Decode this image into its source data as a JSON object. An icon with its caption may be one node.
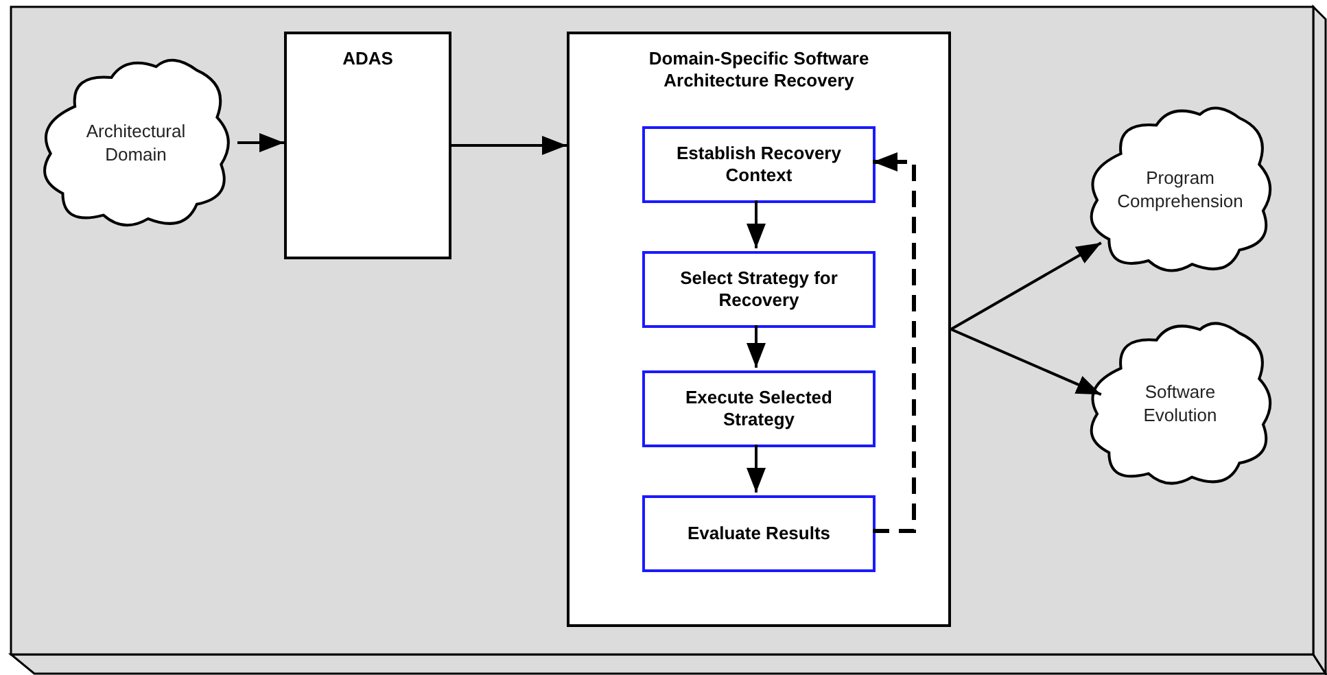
{
  "diagram": {
    "nodes": [
      {
        "text": [
          "Architectural Domain"
        ]
      },
      {
        "text": [
          "ADAS"
        ]
      },
      {
        "text": [
          "Domain-Specific Software Architecture Recovery"
        ]
      },
      {
        "text": [
          "Establish Recovery Context"
        ],
        "in": 2
      },
      {
        "text": [
          "Select Strategy for Recovery"
        ],
        "in": 2
      },
      {
        "text": [
          "Execute Selected Strategy"
        ],
        "in": 2
      },
      {
        "text": [
          "Evaluate Results"
        ],
        "in": 2
      },
      {
        "text": [
          "Program Comprehension"
        ]
      },
      {
        "text": [
          "Software Evolution"
        ]
      }
    ],
    "edges": [
      {
        "from": 0,
        "to": 1,
        "arrow": "to"
      },
      {
        "from": 1,
        "to": 2,
        "arrow": "to"
      },
      {
        "from": 3,
        "to": 4,
        "arrow": "to"
      },
      {
        "from": 4,
        "to": 5,
        "arrow": "to"
      },
      {
        "from": 5,
        "to": 6,
        "arrow": "to"
      },
      {
        "from": 6,
        "to": 3,
        "arrow": "to",
        "style": "dashed"
      },
      {
        "from": 2,
        "to": 7,
        "arrow": "to"
      },
      {
        "from": 2,
        "to": 8,
        "arrow": "to"
      }
    ]
  }
}
